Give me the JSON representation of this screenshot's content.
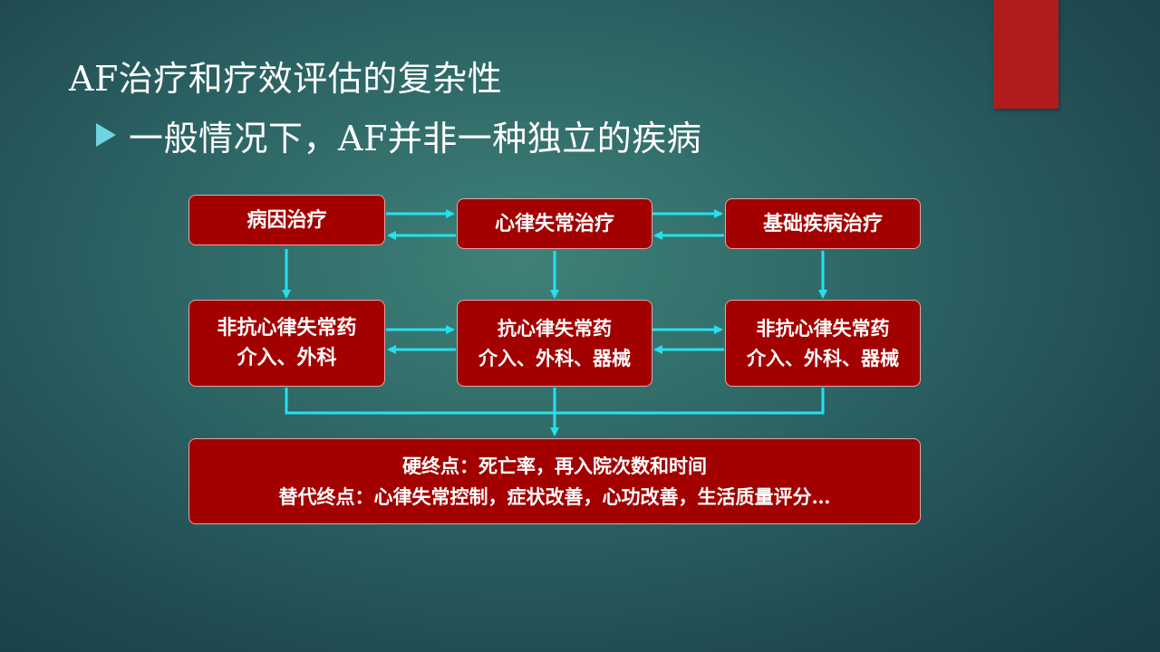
{
  "title": "AF治疗和疗效评估的复杂性",
  "bullet": "一般情况下，AF并非一种独立的疾病",
  "colors": {
    "accent": "#b01c1c",
    "box_fill": "#a30000",
    "connector": "#27e0ef",
    "bullet_arrow": "#6fd3e0"
  },
  "diagram": {
    "row1": {
      "left": "病因治疗",
      "center": "心律失常治疗",
      "right": "基础疾病治疗"
    },
    "row2": {
      "left": [
        "非抗心律失常药",
        "介入、外科"
      ],
      "center": [
        "抗心律失常药",
        "介入、外科、器械"
      ],
      "right": [
        "非抗心律失常药",
        "介入、外科、器械"
      ]
    },
    "bottom": [
      "硬终点：死亡率，再入院次数和时间",
      "替代终点：心律失常控制，症状改善，心功改善，生活质量评分…"
    ]
  }
}
